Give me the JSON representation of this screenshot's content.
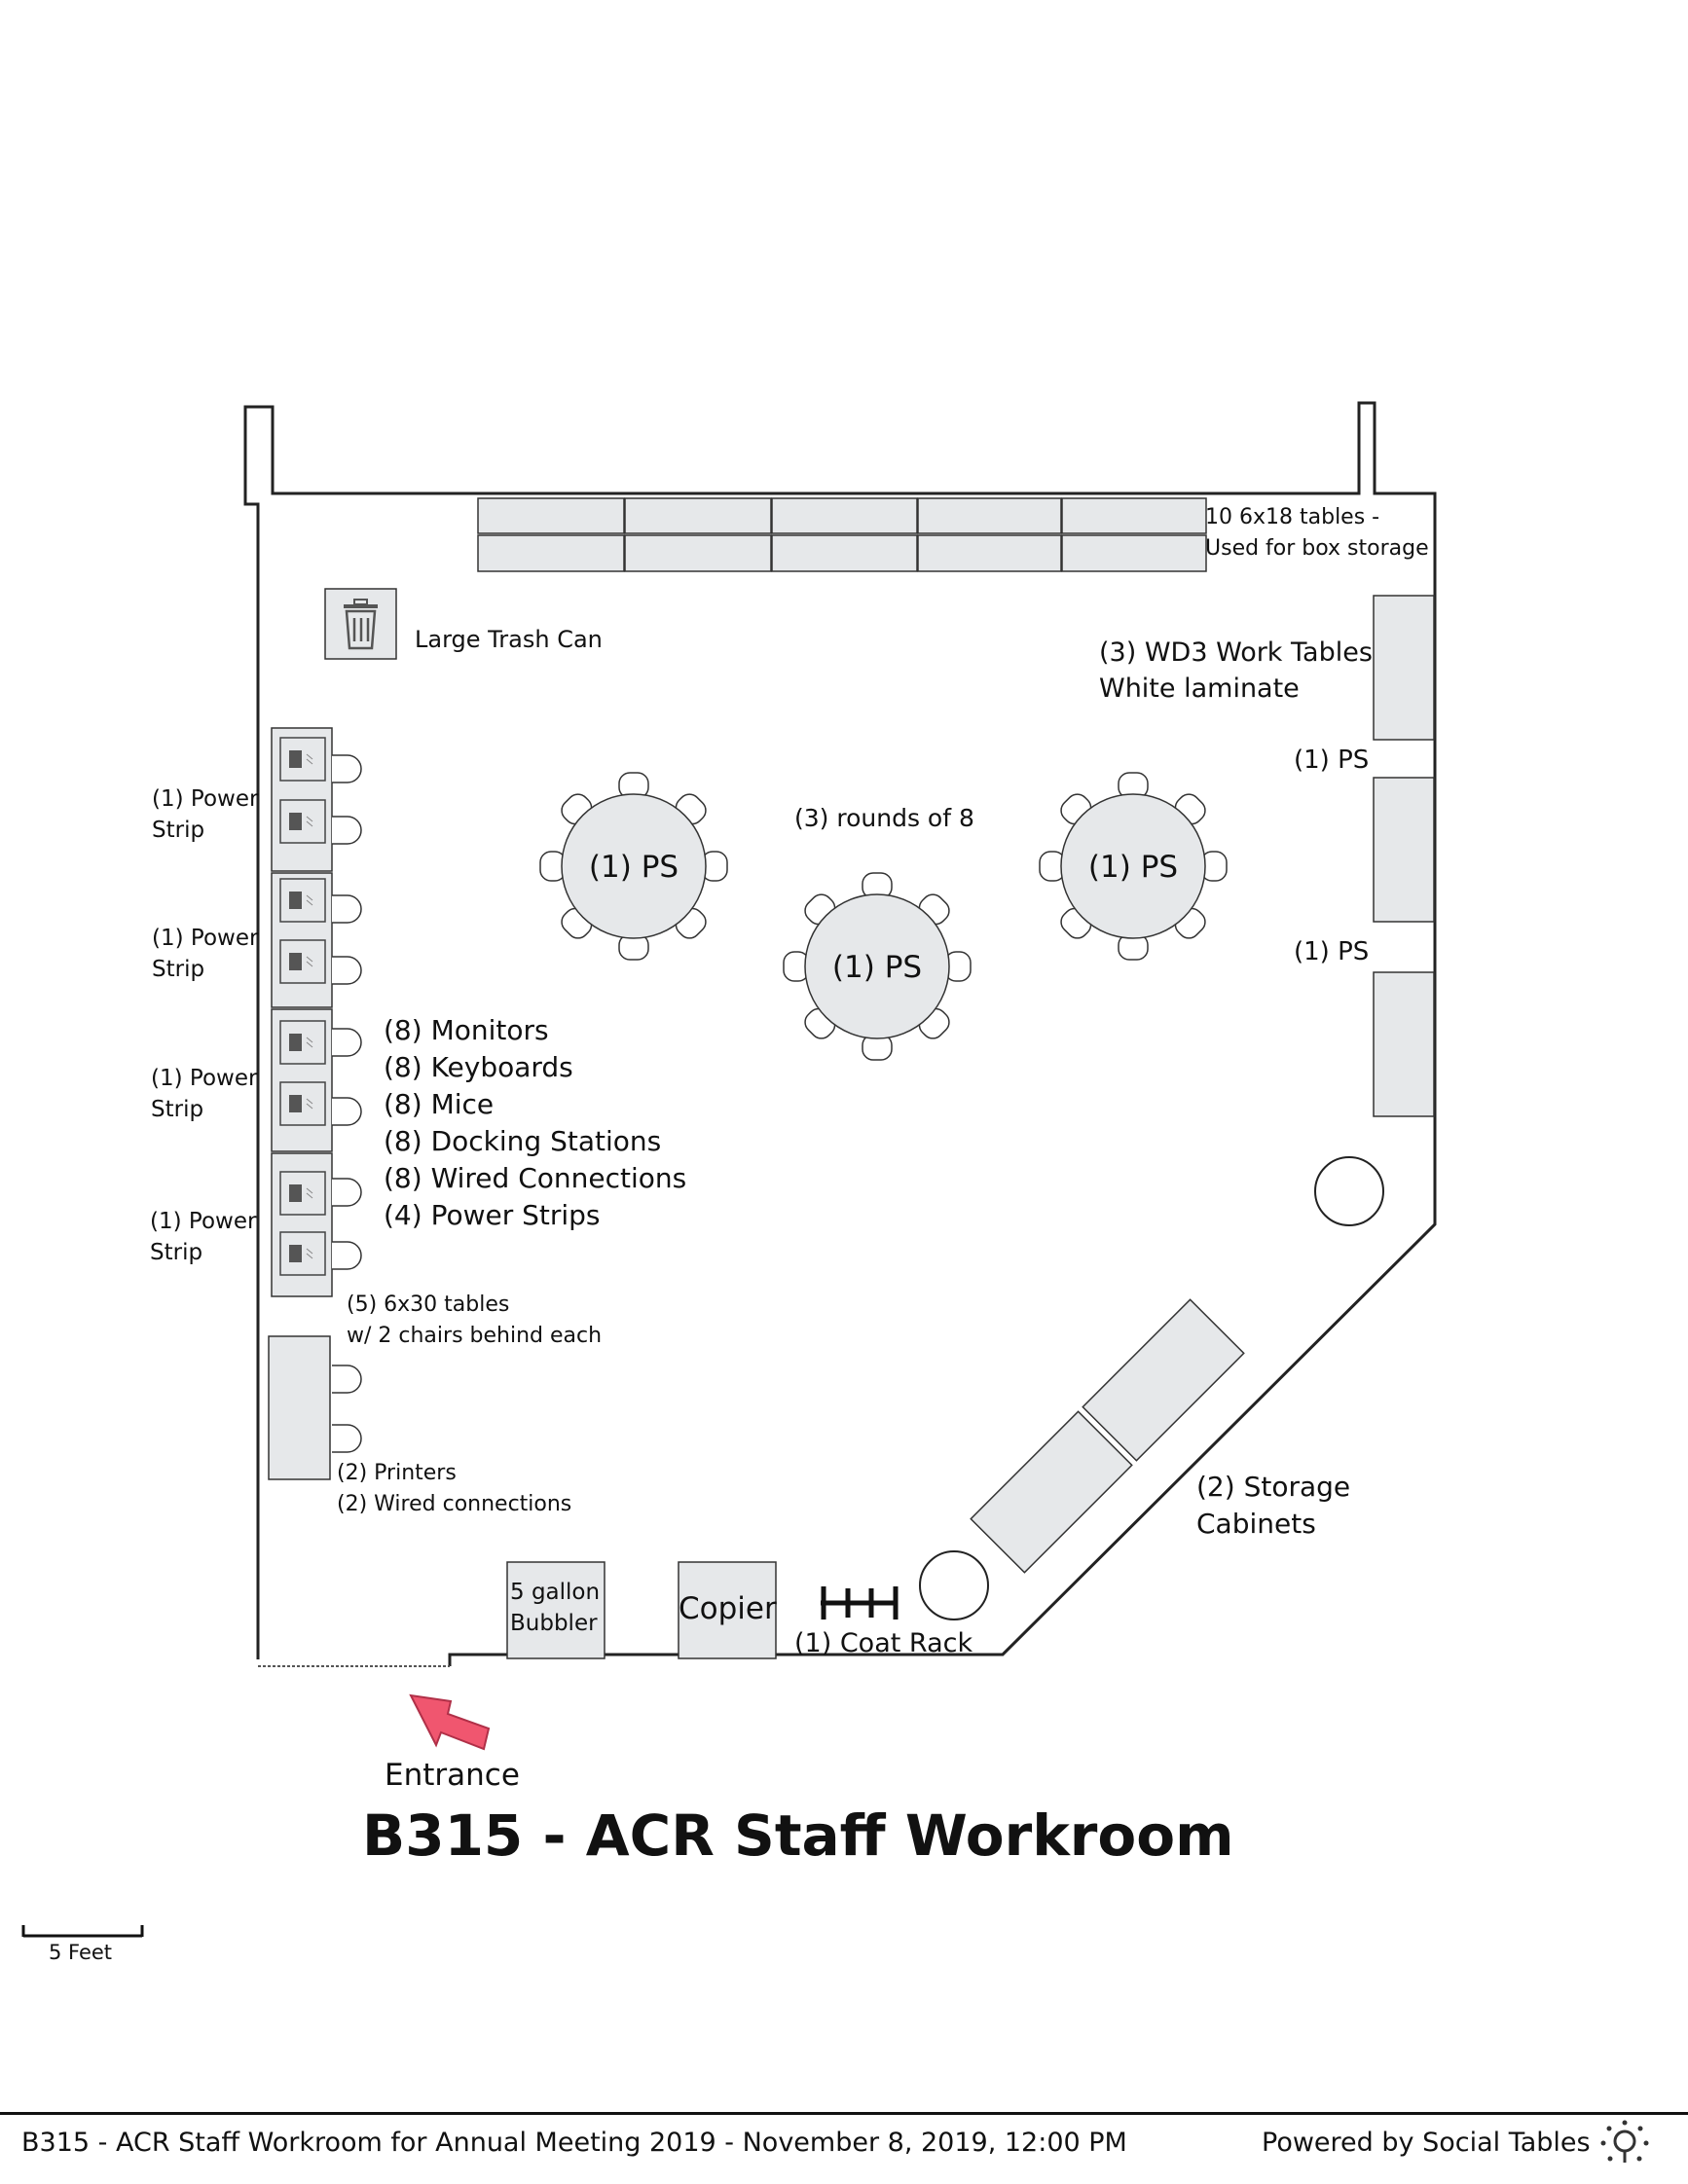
{
  "room_title": "B315 - ACR Staff Workroom",
  "footer": {
    "caption": "B315 - ACR Staff Workroom for Annual Meeting 2019 - November 8, 2019, 12:00 PM",
    "brand": "Powered by Social Tables",
    "brand_icon": "social-tables-logo-icon"
  },
  "scale": {
    "label": "5 Feet"
  },
  "labels": {
    "box_storage_1": "10 6x18 tables -",
    "box_storage_2": "Used for box storage",
    "trash_can": "Large Trash Can",
    "work_tables_1": "(3) WD3 Work Tables",
    "work_tables_2": "White laminate",
    "ps_right_1": "(1) PS",
    "ps_right_2": "(1) PS",
    "rounds": "(3) rounds of 8",
    "round_ps": "(1) PS",
    "power_strip_line1": "(1) Power",
    "power_strip_line2": "Strip",
    "equipment": [
      "(8) Monitors",
      "(8) Keyboards",
      "(8) Mice",
      "(8) Docking Stations",
      "(8) Wired Connections",
      "(4) Power Strips"
    ],
    "tables_30_1": "(5) 6x30 tables",
    "tables_30_2": "w/ 2 chairs behind each",
    "printers_1": "(2) Printers",
    "printers_2": "(2) Wired connections",
    "storage_1": "(2) Storage",
    "storage_2": "Cabinets",
    "bubbler_1": "5 gallon",
    "bubbler_2": "Bubbler",
    "copier": "Copier",
    "coat_rack": "(1) Coat Rack",
    "entrance": "Entrance"
  },
  "colors": {
    "furniture": "#e6e8ea",
    "outline": "#333333",
    "entrance_arrow": "#f0566f"
  }
}
